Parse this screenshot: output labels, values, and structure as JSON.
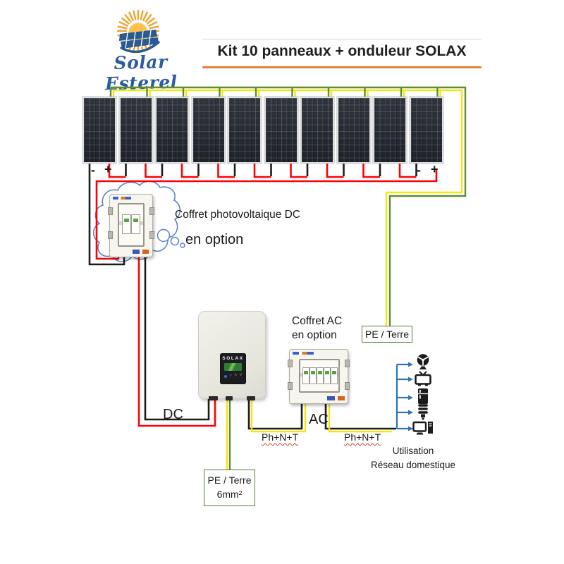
{
  "header": {
    "logo_text": "Solar Esterel",
    "title": "Kit 10 panneaux + onduleur SOLAX"
  },
  "colors": {
    "brand_blue": "#2b5ca0",
    "accent_orange": "#ed7d31",
    "wire_red": "#fb0207",
    "wire_black": "#1c1c1c",
    "wire_yellow": "#f2e713",
    "wire_green": "#5f8d33",
    "arrow_blue": "#2e75b6",
    "cloud_blue": "#5b84c4",
    "pe_box_green": "#538135",
    "icon_dark": "#1b1b1b"
  },
  "pv_array": {
    "panel_count": 10,
    "left_terminal_minus": "-",
    "left_terminal_plus": "+",
    "right_terminal_minus": "-",
    "right_terminal_plus": "+"
  },
  "dc_box": {
    "label": "Coffret photovoltaique DC",
    "option": "en option"
  },
  "inverter": {
    "brand": "SOLAX"
  },
  "ac_box": {
    "label_line1": "Coffret AC",
    "label_line2": "en option"
  },
  "wire_labels": {
    "dc": "DC",
    "ac": "AC",
    "ph_n_t_left": "Ph+N+T",
    "ph_n_t_right": "Ph+N+T",
    "pe_terre_right": "PE / Terre",
    "pe_terre_bottom_line1": "PE / Terre",
    "pe_terre_bottom_line2": "6mm²"
  },
  "usage": {
    "line1": "Utilisation",
    "line2": "Réseau domestique",
    "appliances": [
      "fan",
      "tv",
      "fridge",
      "cfl-bulb",
      "computer"
    ]
  }
}
